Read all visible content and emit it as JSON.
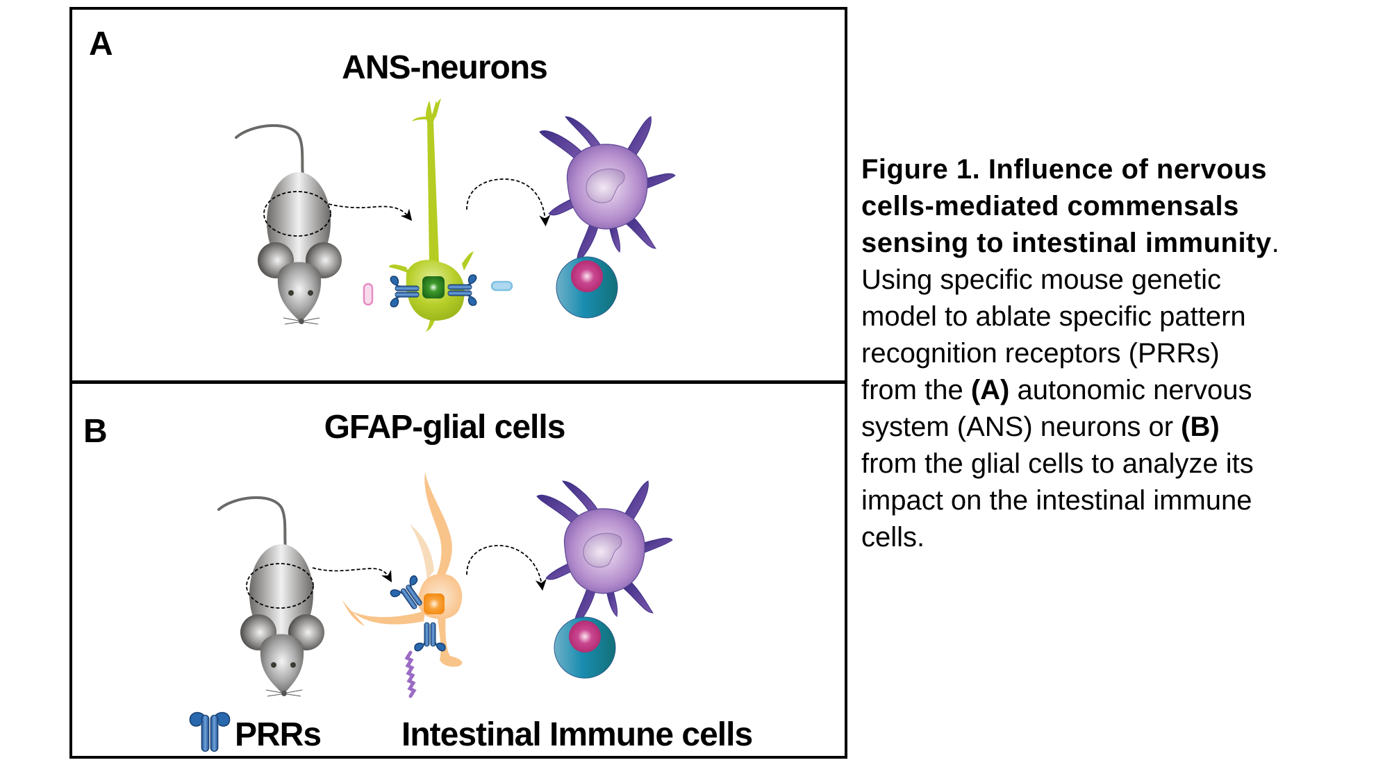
{
  "panel_a": {
    "letter": "A",
    "title": "ANS-neurons"
  },
  "panel_b": {
    "letter": "B",
    "title": "GFAP-glial cells"
  },
  "legend": {
    "receptor_icon": "prr-receptor-icon",
    "receptor_label": "PRRs",
    "immune_label": "Intestinal Immune cells"
  },
  "caption": {
    "title_lines": [
      "Figure 1. Influence of nervous",
      "cells-mediated commensals",
      "sensing to intestinal immunity"
    ],
    "title_end": ".",
    "body": {
      "line1": "Using specific mouse genetic",
      "line2": "model to ablate specific pattern",
      "line3": "recognition receptors (PRRs)",
      "line4_pre": "from the ",
      "line4_bold": "(A)",
      "line4_post": " autonomic nervous",
      "line5_pre": "system (ANS) neurons or ",
      "line5_bold": "(B)",
      "line6": "from the glial cells to analyze its",
      "line7": "impact on the intestinal immune",
      "line8": "cells."
    }
  },
  "colors": {
    "neuron": "#b5cc22",
    "neuron_nucleus": "#2e7d1e",
    "glia": "#f9c48a",
    "glia_nucleus": "#f7931e",
    "receptor": "#2a68ad",
    "dendritic_cell": "#a57cc0",
    "dendritic_edge": "#4a3a8c",
    "lymphocyte": "#1b8aa6",
    "lymphocyte_nucleus": "#c0307a",
    "mouse": "#9a9a9a",
    "bacterium_pink": "#e58cc0",
    "bacterium_blue": "#7cc0e3",
    "bacterium_purple": "#9b6cc4"
  }
}
